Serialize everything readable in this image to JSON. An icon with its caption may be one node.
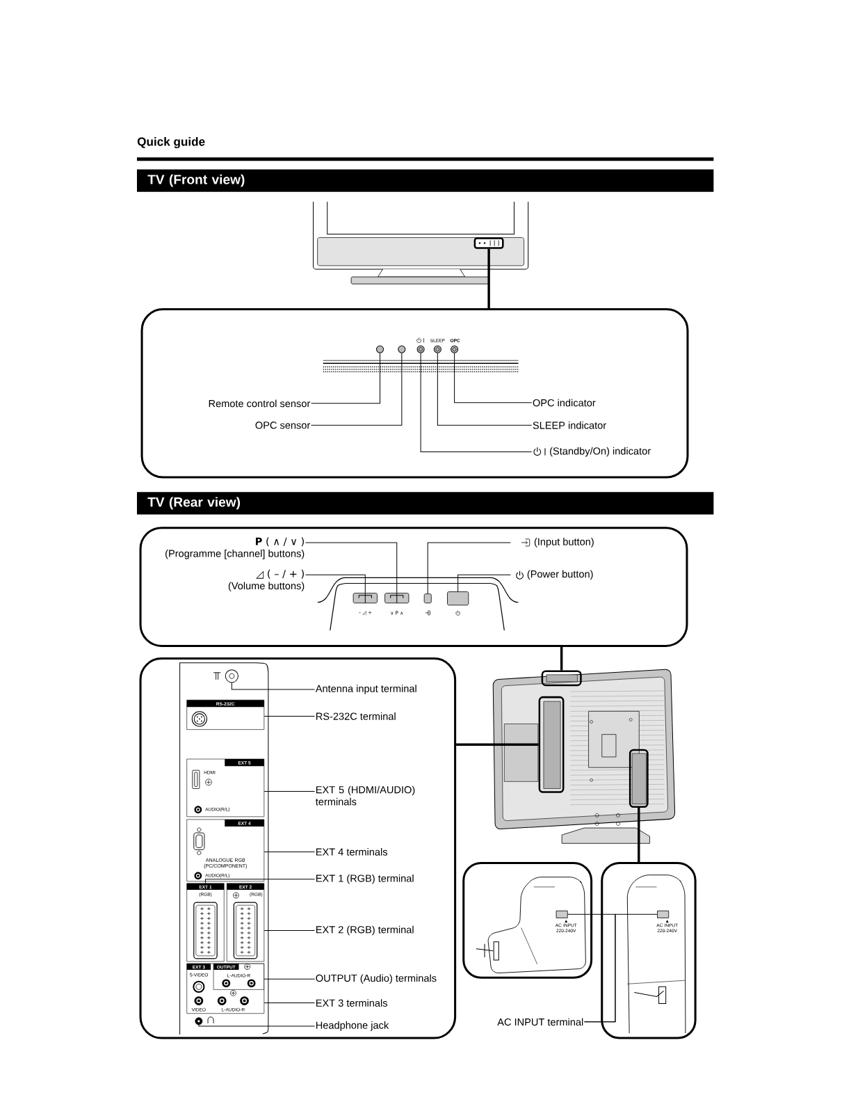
{
  "diagram": {
    "title": "Quick guide",
    "nodes": [
      {
        "text": [
          "TV (Front view)"
        ]
      },
      {
        "text": [],
        "shape": "picture"
      },
      {
        "text": [],
        "shape": "box",
        "in": 1
      },
      {
        "text": [],
        "shape": "box"
      },
      {
        "text": [],
        "shape": "circle",
        "in": 3
      },
      {
        "text": [],
        "shape": "circle",
        "in": 3
      },
      {
        "text": [],
        "shape": "circle",
        "in": 3
      },
      {
        "text": [],
        "shape": "circle",
        "in": 3,
        "beside": [
          "SLEEP"
        ]
      },
      {
        "text": [],
        "shape": "circle",
        "in": 3,
        "beside": [
          "OPC"
        ]
      },
      {
        "text": [
          "Remote control sensor"
        ],
        "in": 3
      },
      {
        "text": [
          "OPC sensor"
        ],
        "in": 3
      },
      {
        "text": [
          "OPC indicator"
        ],
        "in": 3
      },
      {
        "text": [
          "SLEEP indicator"
        ],
        "in": 3
      },
      {
        "text": [
          "(Standby/On) indicator"
        ],
        "in": 3
      },
      {
        "text": [
          "TV (Rear view)"
        ]
      },
      {
        "text": [],
        "shape": "box"
      },
      {
        "text": [],
        "shape": "box",
        "in": 15,
        "beside": [
          "– ◿ +"
        ]
      },
      {
        "text": [],
        "shape": "box",
        "in": 15,
        "beside": [
          "∨ P ∧"
        ]
      },
      {
        "text": [],
        "shape": "box",
        "in": 15
      },
      {
        "text": [],
        "shape": "box",
        "in": 15
      },
      {
        "text": [
          "**P** ( ∧ / ∨ )",
          "(Programme [channel] buttons)"
        ],
        "in": 15
      },
      {
        "text": [
          "◿ ( – / + )",
          "(Volume buttons)"
        ],
        "in": 15
      },
      {
        "text": [
          "(Input button)"
        ],
        "in": 15
      },
      {
        "text": [
          "(Power button)"
        ],
        "in": 15
      },
      {
        "text": [],
        "shape": "box"
      },
      {
        "text": [],
        "shape": "circle",
        "in": 24
      },
      {
        "text": [
          "RS-232C"
        ],
        "in": 24
      },
      {
        "text": [
          "EXT 5",
          "HDMI",
          "AUDIO(R/L)"
        ],
        "in": 24
      },
      {
        "text": [
          "EXT 4",
          "ANALOGUE RGB (PC/COMPONENT)",
          "AUDIO(R/L)"
        ],
        "in": 24
      },
      {
        "text": [
          "EXT 1",
          "(RGB)"
        ],
        "in": 24
      },
      {
        "text": [
          "EXT 2",
          "(RGB)"
        ],
        "in": 24
      },
      {
        "text": [
          "EXT 3",
          "S-VIDEO",
          "VIDEO",
          "L-AUDIO-R"
        ],
        "in": 24
      },
      {
        "text": [
          "OUTPUT",
          "L-AUDIO-R"
        ],
        "in": 31
      },
      {
        "text": [],
        "shape": "circle",
        "in": 24
      },
      {
        "text": [
          "Antenna input terminal"
        ],
        "in": 24
      },
      {
        "text": [
          "RS-232C terminal"
        ],
        "in": 24
      },
      {
        "text": [
          "EXT 5 (HDMI/AUDIO) terminals"
        ],
        "in": 24
      },
      {
        "text": [
          "EXT 4 terminals"
        ],
        "in": 24
      },
      {
        "text": [
          "EXT 1 (RGB) terminal"
        ],
        "in": 24
      },
      {
        "text": [
          "EXT 2 (RGB) terminal"
        ],
        "in": 24
      },
      {
        "text": [
          "OUTPUT (Audio) terminals"
        ],
        "in": 24
      },
      {
        "text": [
          "EXT 3 terminals"
        ],
        "in": 24
      },
      {
        "text": [
          "Headphone jack"
        ],
        "in": 24
      },
      {
        "text": [],
        "shape": "picture"
      },
      {
        "text": [],
        "shape": "box",
        "in": 43
      },
      {
        "text": [],
        "shape": "box",
        "in": 43
      },
      {
        "text": [],
        "shape": "box",
        "in": 43
      },
      {
        "text": [],
        "shape": "box"
      },
      {
        "text": [],
        "shape": "box",
        "in": 47,
        "beside": [
          "AC INPUT 220-240V"
        ]
      },
      {
        "text": [],
        "shape": "box"
      },
      {
        "text": [],
        "shape": "box",
        "in": 49,
        "beside": [
          "AC INPUT 220-240V"
        ]
      },
      {
        "text": [
          "AC INPUT terminal"
        ]
      }
    ],
    "edges": [
      {
        "from": 2,
        "to": 3,
        "arrow": "none",
        "style": "thick"
      },
      {
        "from": 9,
        "to": 4,
        "arrow": "none"
      },
      {
        "from": 10,
        "to": 5,
        "arrow": "none"
      },
      {
        "from": 11,
        "to": 8,
        "arrow": "none"
      },
      {
        "from": 12,
        "to": 7,
        "arrow": "none"
      },
      {
        "from": 13,
        "to": 6,
        "arrow": "none"
      },
      {
        "from": 20,
        "to": 17,
        "arrow": "none"
      },
      {
        "from": 21,
        "to": 16,
        "arrow": "none"
      },
      {
        "from": 22,
        "to": 18,
        "arrow": "none"
      },
      {
        "from": 23,
        "to": 19,
        "arrow": "none"
      },
      {
        "from": 44,
        "to": 15,
        "arrow": "none",
        "style": "thick"
      },
      {
        "from": 45,
        "to": 24,
        "arrow": "none",
        "style": "thick"
      },
      {
        "from": 46,
        "to": 49,
        "arrow": "none",
        "style": "thick"
      },
      {
        "from": 34,
        "to": 25,
        "arrow": "none"
      },
      {
        "from": 35,
        "to": 26,
        "arrow": "none"
      },
      {
        "from": 36,
        "to": 27,
        "arrow": "none"
      },
      {
        "from": 37,
        "to": 28,
        "arrow": "none"
      },
      {
        "from": 38,
        "to": 29,
        "arrow": "none"
      },
      {
        "from": 39,
        "to": 30,
        "arrow": "none"
      },
      {
        "from": 40,
        "to": 32,
        "arrow": "none"
      },
      {
        "from": 41,
        "to": 31,
        "arrow": "none"
      },
      {
        "from": 42,
        "to": 33,
        "arrow": "none"
      },
      {
        "from": 51,
        "to": 48,
        "arrow": "none"
      },
      {
        "from": 51,
        "to": 50,
        "arrow": "none"
      }
    ]
  }
}
